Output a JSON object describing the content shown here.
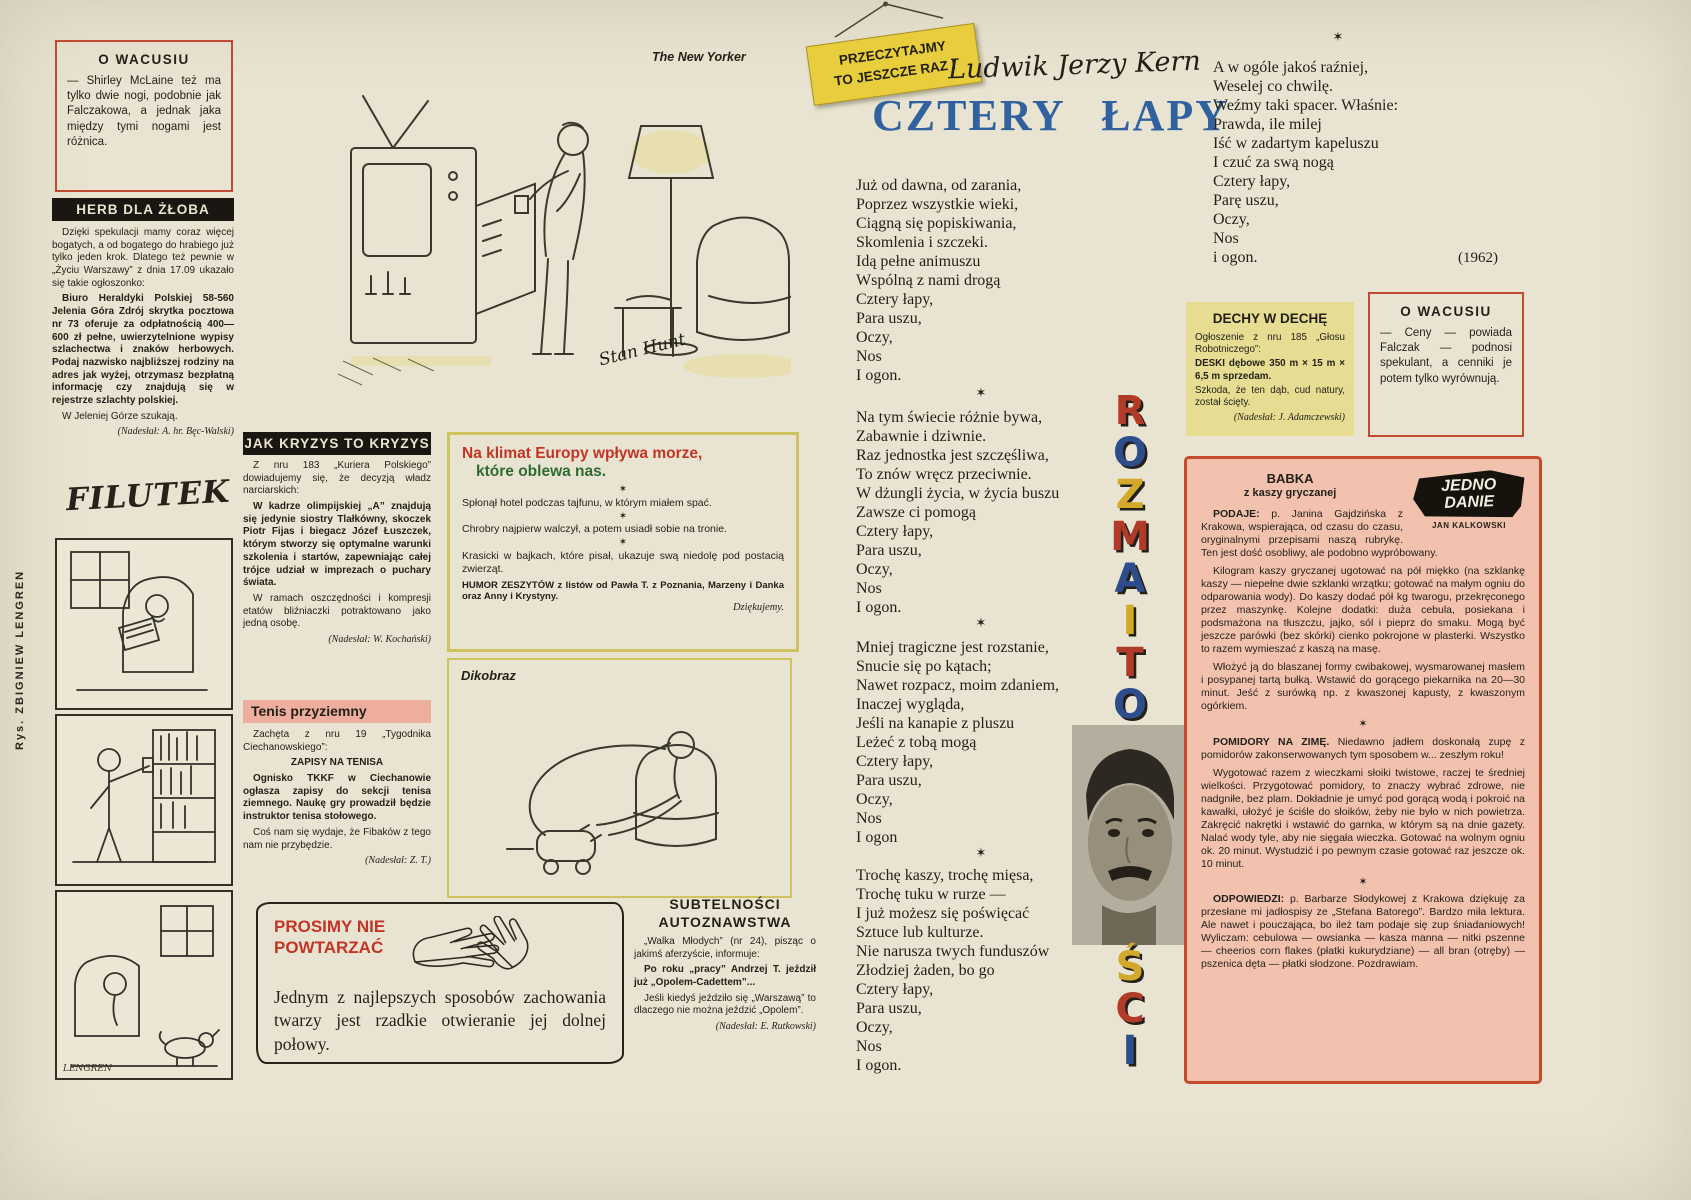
{
  "palette": {
    "paper": "#e9e4d1",
    "red_border": "#c14a31",
    "poem_blue": "#31619e",
    "tag_yellow": "#e8cd3c",
    "pink_box": "#f3c2ae",
    "pink_border": "#c64a2c",
    "yellow_border": "#cfc35e",
    "banner_black": "#1a1712",
    "pink_banner": "#eeae9d",
    "letter_red": "#b23a28",
    "letter_blue": "#2e4d8c",
    "letter_yellow": "#d2a92a"
  },
  "decor": {
    "star": "✶"
  },
  "side_credit": "Rys. ZBIGNIEW LENGREN",
  "owacusiu_left": {
    "title": "O WACUSIU",
    "body": "— Shirley McLaine też ma tylko dwie nogi, podobnie jak Falczakowa, a jednak jaka między tymi nogami jest różnica."
  },
  "herb": {
    "title": "HERB DLA ŻŁOBA",
    "intro": "Dzięki spekulacji mamy coraz więcej bogatych, a od bogatego do hrabiego już tylko jeden krok. Dlatego też pewnie w „Życiu Warszawy” z dnia 17.09 ukazało się takie ogłoszonko:",
    "ad": "Biuro Heraldyki Polskiej 58-560 Jelenia Góra Zdrój skrytka pocztowa nr 73 oferuje za odpłatnością 400—600 zł pełne, uwierzytelnione wypisy szlachectwa i znaków herbowych. Podaj nazwisko najbliższej rodziny na adres jak wyżej, otrzymasz bezpłatną informację czy znajdują się w rejestrze szlachty polskiej.",
    "outro": "W Jeleniej Górze szukają.",
    "credit": "(Nadesłał: A. hr. Bęc-Walski)"
  },
  "filutek": {
    "logo": "FILUTEK",
    "signature": "LENGREN"
  },
  "newyorker": {
    "label": "The New Yorker",
    "signature": "Stan Hunt"
  },
  "kryzys": {
    "title": "JAK KRYZYS TO KRYZYS",
    "intro": "Z nru 183 „Kuriera Polskiego” dowiadujemy się, że decyzją władz narciarskich:",
    "quote": "W kadrze olimpijskiej „A” znajdują się jedynie siostry Tlałkówny, skoczek Piotr Fijas i biegacz Józef Łuszczek, którym stworzy się optymalne warunki szkolenia i startów, zapewniając całej trójce udział w imprezach o puchary świata.",
    "outro": "W ramach oszczędności i kompresji etatów bliźniaczki potraktowano jako jedną osobę.",
    "credit": "(Nadesłał: W. Kochański)"
  },
  "tenis": {
    "title": "Tenis przyziemny",
    "intro": "Zachęta z nru 19 „Tygodnika Ciechanowskiego”:",
    "quote_title": "ZAPISY NA TENISA",
    "quote": "Ognisko TKKF w Ciechanowie ogłasza zapisy do sekcji tenisa ziemnego. Naukę gry prowadził będzie instruktor tenisa stołowego.",
    "outro": "Coś nam się wydaje, że Fibaków z tego nam nie przybędzie.",
    "credit": "(Nadesłał: Z. T.)"
  },
  "prosimy": {
    "title_line1": "PROSIMY NIE",
    "title_line2": "POWTARZAĆ",
    "body": "Jednym z najlepszych sposobów zachowania twarzy jest rzadkie otwieranie jej dolnej połowy."
  },
  "klimat": {
    "headline1": "Na klimat Europy wpływa morze,",
    "headline2": "które oblewa nas.",
    "items": [
      "Spłonął hotel podczas tajfunu, w którym miałem spać.",
      "Chrobry najpierw walczył, a potem usiadł sobie na tronie.",
      "Krasicki w bajkach, które pisał, ukazuje swą niedolę pod postacią zwierząt."
    ],
    "footer": "HUMOR ZESZYTÓW z listów od Pawła T. z Poznania, Marzeny i Danka oraz Anny i Krystyny.",
    "thanks": "Dziękujemy."
  },
  "dikobraz": {
    "label": "Dikobraz"
  },
  "subtelnosci": {
    "title_line1": "SUBTELNOŚCI",
    "title_line2": "AUTOZNAWSTWA",
    "intro": "„Walka Młodych” (nr 24), pisząc o jakimś aferzyście, informuje:",
    "quote": "Po roku „pracy” Andrzej T. jeździł już „Opolem-Cadettem”...",
    "outro": "Jeśli kiedyś jeździło się „Warszawą” to dlaczego nie można jeździć „Opolem”.",
    "credit": "(Nadesłał: E. Rutkowski)"
  },
  "tag": {
    "line1": "PRZECZYTAJMY",
    "line2": "TO JESZCZE RAZ !"
  },
  "poem": {
    "author": "Ludwik Jerzy Kern",
    "title": "CZTERY ŁAPY",
    "stanza1": "Już od dawna, od zarania,\nPoprzez wszystkie wieki,\nCiągną się popiskiwania,\nSkomlenia i szczeki.\nIdą pełne animuszu\nWspólną z nami drogą\nCztery łapy,\nPara uszu,\nOczy,\nNos\nI ogon.",
    "stanza2": "Na tym świecie różnie bywa,\nZabawnie i dziwnie.\nRaz jednostka jest szczęśliwa,\nTo znów wręcz przeciwnie.\nW dżungli życia, w życia buszu\nZawsze ci pomogą\nCztery łapy,\nPara uszu,\nOczy,\nNos\nI ogon.",
    "stanza3": "Mniej tragiczne jest rozstanie,\nSnucie się po kątach;\nNawet rozpacz, moim zdaniem,\nInaczej wygląda,\nJeśli na kanapie z pluszu\nLeżeć z tobą mogą\nCztery łapy,\nPara uszu,\nOczy,\nNos\nI ogon",
    "stanza4": "Trochę kaszy, trochę mięsa,\nTrochę tuku w rurze —\nI już możesz się poświęcać\nSztuce lub kulturze.\nNie narusza twych funduszów\nZłodziej żaden, bo go\nCztery łapy,\nPara uszu,\nOczy,\nNos\nI ogon.",
    "stanza5": "A w ogóle jakoś raźniej,\nWeselej co chwilę.\nWeźmy taki spacer. Właśnie:\nPrawda, ile milej\nIść w zadartym kapeluszu\nI czuć za swą nogą\nCztery łapy,\nParę uszu,\nOczy,\nNos\ni ogon.",
    "year": "(1962)"
  },
  "dechy": {
    "title": "DECHY W DECHĘ",
    "intro": "Ogłoszenie z nru 185 „Głosu Robotniczego”:",
    "quote": "DESKI dębowe 350 m × 15 m × 6,5 m sprzedam.",
    "outro": "Szkoda, że ten dąb, cud natury, został ścięty.",
    "credit": "(Nadesłał: J. Adamczewski)"
  },
  "owacusiu_right": {
    "title": "O WACUSIU",
    "body": "— Ceny — powiada Falczak — podnosi spekulant, a cenniki je potem tylko wyrównują."
  },
  "rozmaitosci": {
    "word": "ROZMAITOŚCI",
    "letters_top": [
      "R",
      "O",
      "Z",
      "M",
      "A",
      "I",
      "T",
      "O"
    ],
    "letters_bottom": [
      "Ś",
      "C",
      "I"
    ]
  },
  "jedno": {
    "logo_line1": "JEDNO",
    "logo_line2": "DANIE",
    "logo_byline": "JAN KALKOWSKI",
    "babka_title": "BABKA",
    "babka_subtitle": "z kaszy gryczanej",
    "podaje_lead": "PODAJE:",
    "podaje_rest": " p. Janina Gajdzińska z Krakowa, wspierająca, od czasu do czasu, oryginalnymi przepisami naszą rubrykę. Ten jest dość osobliwy, ale podobno wypróbowany.",
    "recipe1": "Kilogram kaszy gryczanej ugotować na pół miękko (na szklankę kaszy — niepełne dwie szklanki wrzątku; gotować na małym ogniu do odparowania wody). Do kaszy dodać pół kg twarogu, przekręconego przez maszynkę. Kolejne dodatki: duża cebula, posiekana i podsmażona na tłuszczu, jajko, sól i pieprz do smaku. Mogą być jeszcze parówki (bez skórki) cienko pokrojone w plasterki. Wszystko to razem wymieszać z kaszą na masę.",
    "recipe2": "Włożyć ją do blaszanej formy cwibakowej, wysmarowanej masłem i posypanej tartą bułką. Wstawić do gorącego piekarnika na 20—30 minut. Jeść z surówką np. z kwaszonej kapusty, z kwaszonym ogórkiem.",
    "pomidory_lead": "POMIDORY NA ZIMĘ.",
    "pomidory_rest": " Niedawno jadłem doskonałą zupę z pomidorów zakonserwowanych tym sposobem w... zeszłym roku!",
    "pomidory_body": "Wygotować razem z wieczkami słoiki twistowe, raczej te średniej wielkości. Przygotować pomidory, to znaczy wybrać zdrowe, nie nadgniłe, bez plam. Dokładnie je umyć pod gorącą wodą i pokroić na kawałki, ułożyć je ściśle do słoików, żeby nie było w nich powietrza. Zakręcić nakrętki i wstawić do garnka, w którym są na dnie gazety. Nalać wody tyle, aby nie sięgała wieczka. Gotować na wolnym ogniu ok. 20 minut. Wystudzić i po pewnym czasie gotować raz jeszcze ok. 10 minut.",
    "odpowiedzi_lead": "ODPOWIEDZI:",
    "odpowiedzi_rest": " p. Barbarze Słodykowej z Krakowa dziękuję za przesłane mi jadłospisy ze „Stefana Batorego”. Bardzo miła lektura. Ale nawet i pouczająca, bo ileż tam podaje się zup śniadaniowych! Wyliczam: cebulowa — owsianka — kasza manna — nitki pszenne — cheerios corn flakes (płatki kukurydziane) — all bran (otręby) — pszenica dęta — płatki słodzone. Pozdrawiam."
  }
}
